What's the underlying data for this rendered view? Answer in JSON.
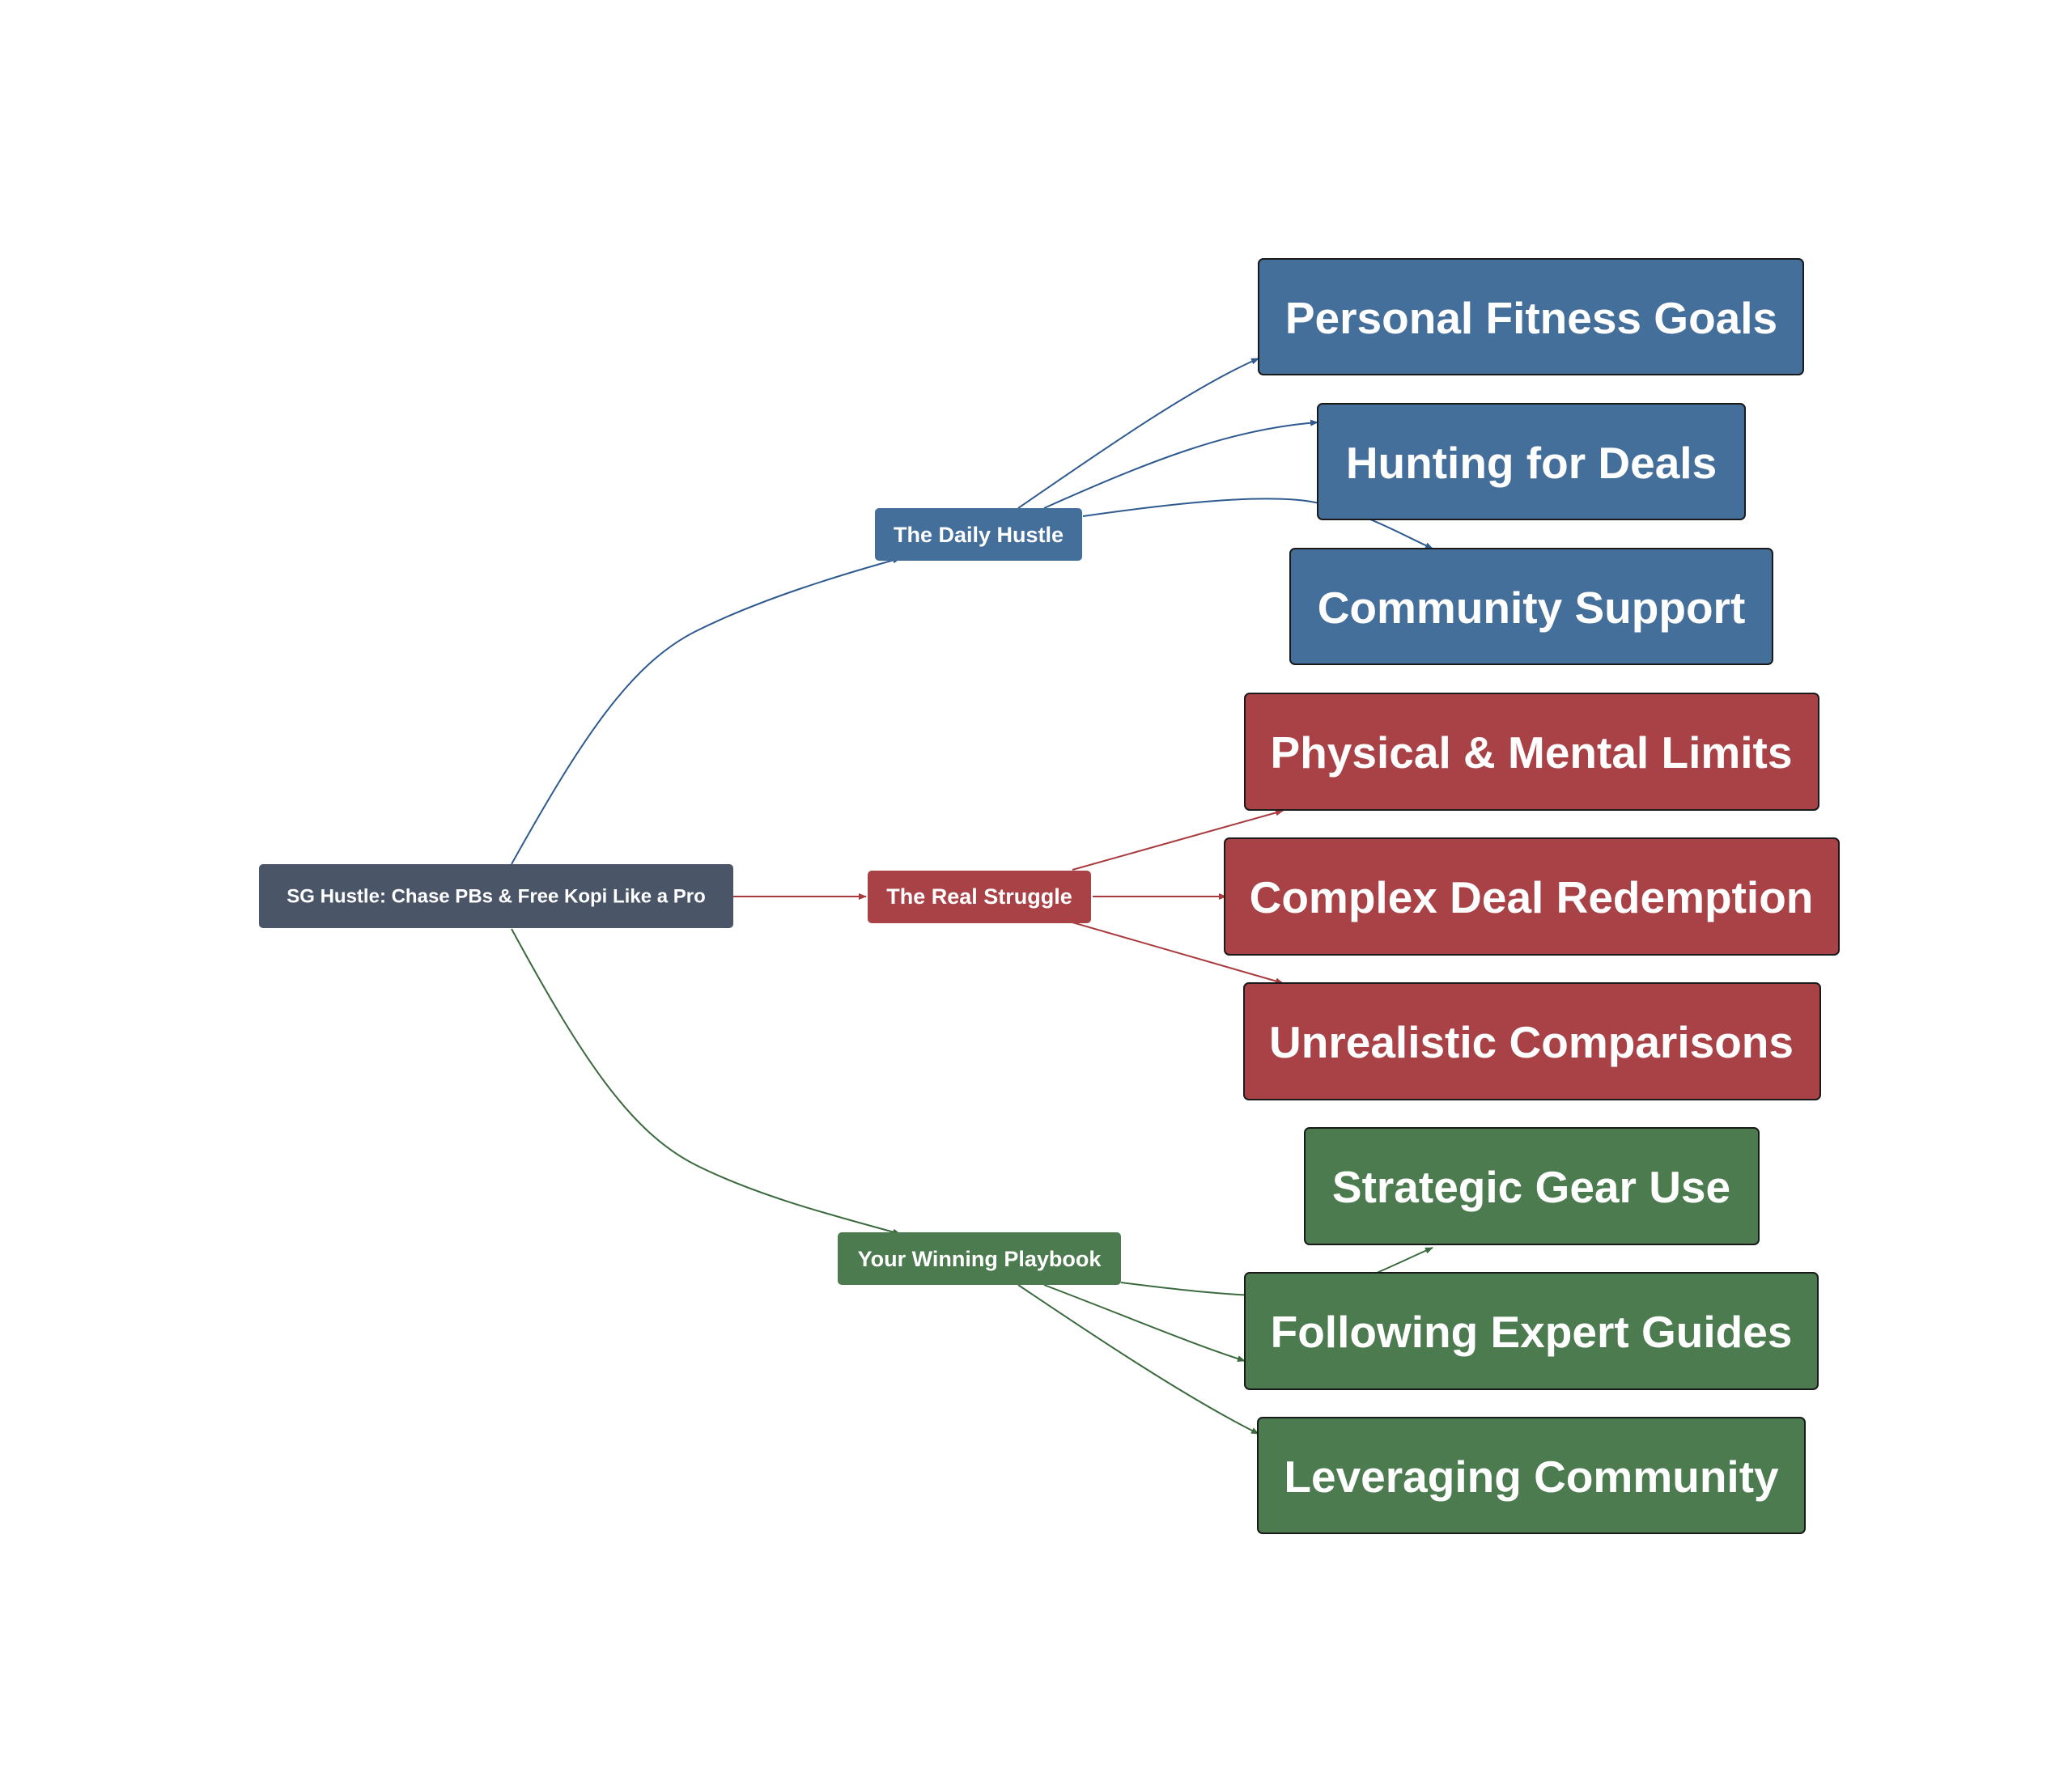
{
  "colors": {
    "root": "#4a5568",
    "hustle": "#456f9b",
    "struggle": "#a94246",
    "playbook": "#4b7b4e",
    "hustle_line": "#2f5a8f",
    "struggle_line": "#a93a3e",
    "playbook_line": "#3b6a3e",
    "node_border": "#1a1a1a",
    "text": "#ffffff"
  },
  "root": {
    "label": "SG Hustle: Chase PBs & Free Kopi Like a Pro"
  },
  "branches": [
    {
      "label": "The Daily Hustle",
      "color_key": "hustle",
      "children": [
        "Personal Fitness Goals",
        "Hunting for Deals",
        "Community Support"
      ]
    },
    {
      "label": "The Real Struggle",
      "color_key": "struggle",
      "children": [
        "Physical & Mental Limits",
        "Complex Deal Redemption",
        "Unrealistic Comparisons"
      ]
    },
    {
      "label": "Your Winning Playbook",
      "color_key": "playbook",
      "children": [
        "Strategic Gear Use",
        "Following Expert Guides",
        "Leveraging Community"
      ]
    }
  ]
}
